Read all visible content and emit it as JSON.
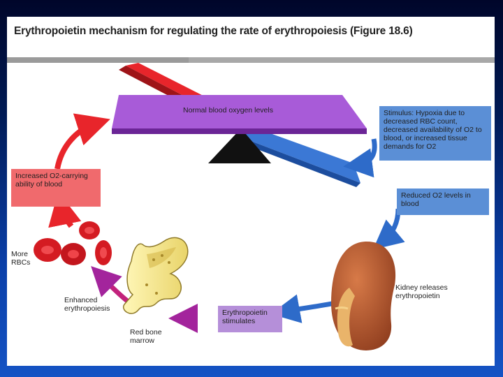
{
  "slide": {
    "title": "Erythropoietin mechanism for regulating the rate of erythropoiesis (Figure 18.6)"
  },
  "diagram": {
    "balance_label": "Normal blood oxygen levels",
    "stimulus": "Stimulus: Hypoxia due to decreased RBC count, decreased availability of O2 to blood, or increased tissue demands for O2",
    "reduced_o2": "Reduced O2 levels in blood",
    "kidney": "Kidney releases erythropoietin",
    "epo_stimulates": "Erythropoietin stimulates",
    "bone_marrow": "Red bone marrow",
    "enhanced": "Enhanced erythropoiesis",
    "more_rbcs": "More RBCs",
    "increased_o2": "Increased O2-carrying ability of blood"
  },
  "colors": {
    "red": "#e8252b",
    "blue": "#2f6fd0",
    "purple": "#7d2fb6",
    "kidney": "#b0542f",
    "bone": "#f3e89a"
  }
}
